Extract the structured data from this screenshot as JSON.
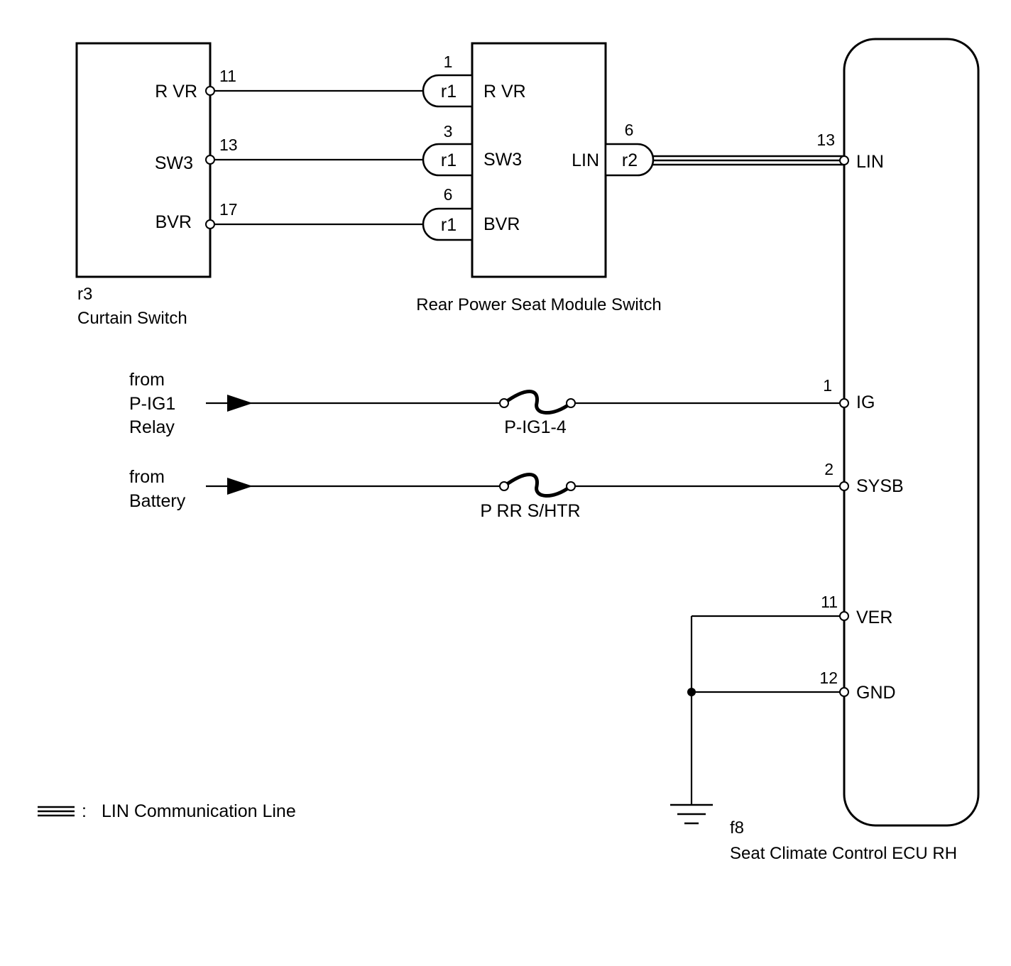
{
  "curtain_switch": {
    "code": "r3",
    "name": "Curtain Switch",
    "pins": [
      {
        "label": "R VR",
        "number": "11"
      },
      {
        "label": "SW3",
        "number": "13"
      },
      {
        "label": "BVR",
        "number": "17"
      }
    ]
  },
  "rear_seat_module": {
    "name": "Rear Power Seat Module Switch",
    "pins": [
      {
        "label": "R VR",
        "number": "1",
        "connector": "r1"
      },
      {
        "label": "SW3",
        "number": "3",
        "connector": "r1"
      },
      {
        "label": "BVR",
        "number": "6",
        "connector": "r1"
      },
      {
        "label": "LIN",
        "number": "6",
        "connector": "r2"
      }
    ]
  },
  "ecu": {
    "code": "f8",
    "name": "Seat Climate Control ECU RH",
    "pins": [
      {
        "label": "LIN",
        "number": "13"
      },
      {
        "label": "IG",
        "number": "1"
      },
      {
        "label": "SYSB",
        "number": "2"
      },
      {
        "label": "VER",
        "number": "11"
      },
      {
        "label": "GND",
        "number": "12"
      }
    ]
  },
  "sources": [
    {
      "lines": [
        "from",
        "P-IG1",
        "Relay"
      ],
      "fuse": "P-IG1-4"
    },
    {
      "lines": [
        "from",
        "Battery"
      ],
      "fuse": "P RR S/HTR"
    }
  ],
  "legend": {
    "separator": ":",
    "text": "LIN Communication Line"
  }
}
